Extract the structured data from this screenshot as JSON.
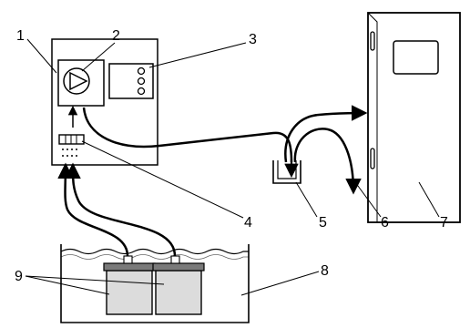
{
  "labels": {
    "l1": "1",
    "l2": "2",
    "l3": "3",
    "l4": "4",
    "l5": "5",
    "l6": "6",
    "l7": "7",
    "l8": "8",
    "l9": "9"
  },
  "colors": {
    "line": "#000000",
    "tank_fill": "#e6e6e6",
    "container_fill": "#dcdcdc",
    "lid_fill": "#7a7a7a",
    "controller_fill": "#ffffff"
  }
}
